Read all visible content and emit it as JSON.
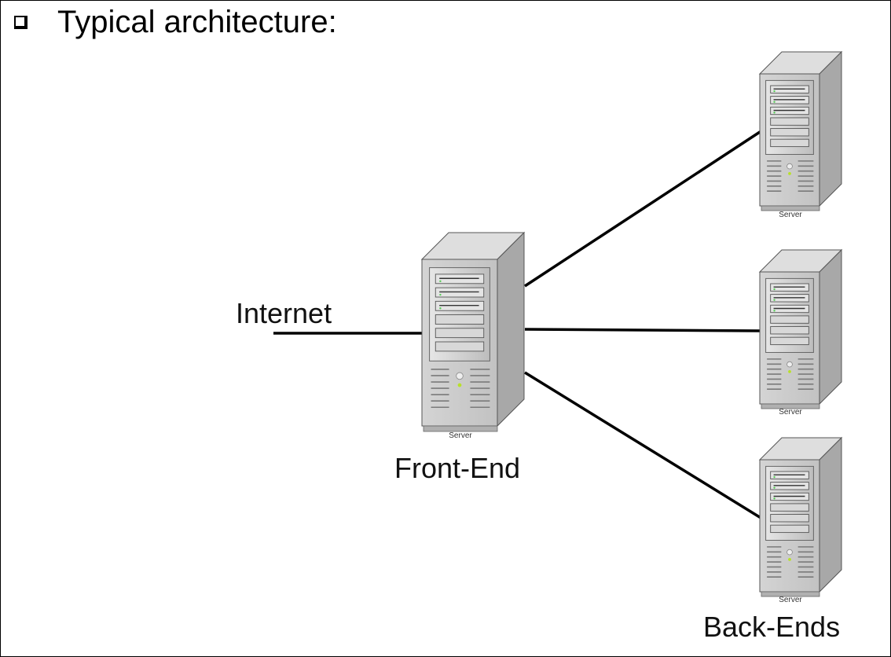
{
  "slide": {
    "bullet_icon": "hollow-square-bullet-icon",
    "title": "Typical architecture:"
  },
  "labels": {
    "internet": "Internet",
    "front_end": "Front-End",
    "back_ends": "Back-Ends"
  },
  "servers": [
    {
      "id": "front-end-server",
      "role": "front-end",
      "caption": "Server"
    },
    {
      "id": "back-end-server-1",
      "role": "back-end",
      "caption": "Server"
    },
    {
      "id": "back-end-server-2",
      "role": "back-end",
      "caption": "Server"
    },
    {
      "id": "back-end-server-3",
      "role": "back-end",
      "caption": "Server"
    }
  ],
  "connections": [
    {
      "from": "internet",
      "to": "front-end-server"
    },
    {
      "from": "front-end-server",
      "to": "back-end-server-1"
    },
    {
      "from": "front-end-server",
      "to": "back-end-server-2"
    },
    {
      "from": "front-end-server",
      "to": "back-end-server-3"
    }
  ],
  "colors": {
    "line": "#000000",
    "server_front": "#c8c8c8",
    "server_side": "#a8a8a8",
    "server_top": "#dedede",
    "led": "#b8e02a"
  }
}
